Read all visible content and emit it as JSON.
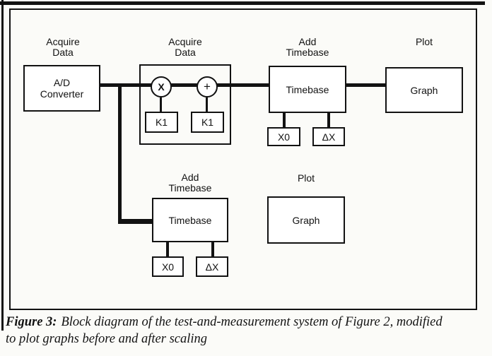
{
  "page": {
    "ink": "#121212",
    "paper": "#fbfbf8"
  },
  "diagram": {
    "stage_labels": {
      "acquire1": "Acquire\nData",
      "acquire2": "Acquire\nData",
      "add_timebase1": "Add\nTimebase",
      "plot1": "Plot",
      "add_timebase2": "Add\nTimebase",
      "plot2": "Plot"
    },
    "blocks": {
      "adc": "A/D\nConverter",
      "multiplier_glyph": "X",
      "adder_glyph": "+",
      "k1_gain": "K1",
      "k1_offset": "K1",
      "timebase1": "Timebase",
      "x0_1": "X0",
      "dx_1": "ΔX",
      "graph1": "Graph",
      "timebase2": "Timebase",
      "x0_2": "X0",
      "dx_2": "ΔX",
      "graph2": "Graph"
    }
  },
  "caption": {
    "label": "Figure 3:",
    "line1": "Block diagram of the test-and-measurement system of Figure 2, modified",
    "line2": "to plot graphs before and after scaling"
  }
}
